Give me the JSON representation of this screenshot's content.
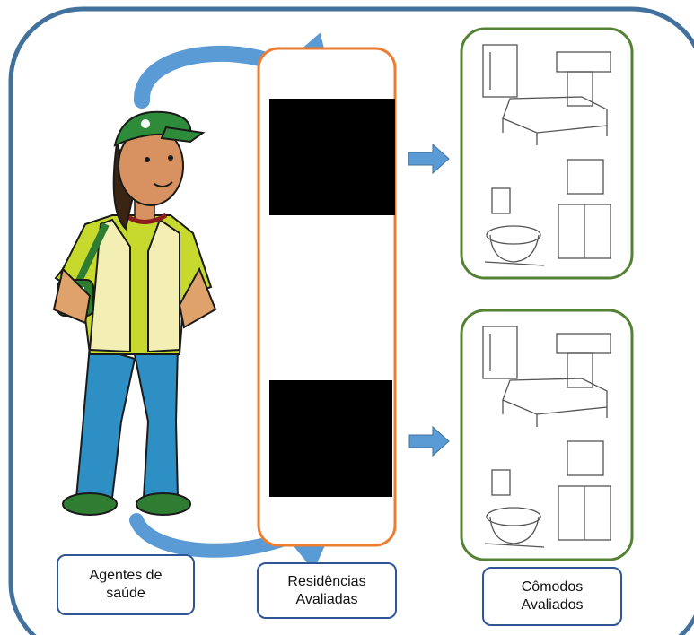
{
  "labels": {
    "agents": "Agentes de\nsaúde",
    "residences": "Residências\nAvaliadas",
    "rooms": "Cômodos\nAvaliados"
  },
  "colors": {
    "outer_frame": "#41719c",
    "residence_box": "#ed7d31",
    "room_box": "#548235",
    "arrow": "#5b9bd5",
    "label_border": "#2f5597",
    "redaction": "#000000"
  },
  "icons": {
    "agent": "health-agent-illustration",
    "bedroom": "bedroom-sketch",
    "bathroom": "bathroom-sketch"
  }
}
